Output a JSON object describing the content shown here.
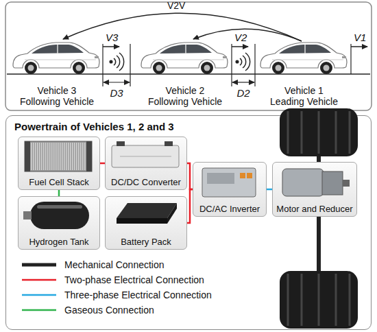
{
  "diagram": {
    "nodes": [
      {
        "text": [
          "Powertrain of Vehicles 1, 2 and 3"
        ]
      },
      {
        "text": [
          "Fuel Cell Stack"
        ],
        "in": 0
      },
      {
        "text": [
          "DC/DC Converter"
        ],
        "in": 0
      },
      {
        "text": [
          "Hydrogen Tank"
        ],
        "in": 0
      },
      {
        "text": [
          "Battery Pack"
        ],
        "in": 0
      },
      {
        "text": [
          "DC/AC Inverter"
        ],
        "in": 0
      },
      {
        "text": [
          "Motor and Reducer"
        ],
        "in": 0
      }
    ],
    "edges": [
      {
        "from": 1,
        "to": 2,
        "arrow": "none"
      },
      {
        "from": 1,
        "to": 3,
        "arrow": "none"
      },
      {
        "from": 2,
        "to": 5,
        "arrow": "none"
      },
      {
        "from": 4,
        "to": 5,
        "arrow": "none"
      },
      {
        "from": 5,
        "to": 6,
        "arrow": "none"
      }
    ],
    "labels": [
      "V2V",
      "V3",
      "V2",
      "V1",
      "D3",
      "D2",
      "Vehicle 3 Following Vehicle",
      "Vehicle 2 Following Vehicle",
      "Vehicle 1 Leading Vehicle"
    ],
    "legend": [
      {
        "text": "Mechanical Connection"
      },
      {
        "text": "Two-phase Electrical Connection"
      },
      {
        "text": "Three-phase Electrical Connection"
      },
      {
        "text": "Gaseous Connection"
      }
    ]
  }
}
